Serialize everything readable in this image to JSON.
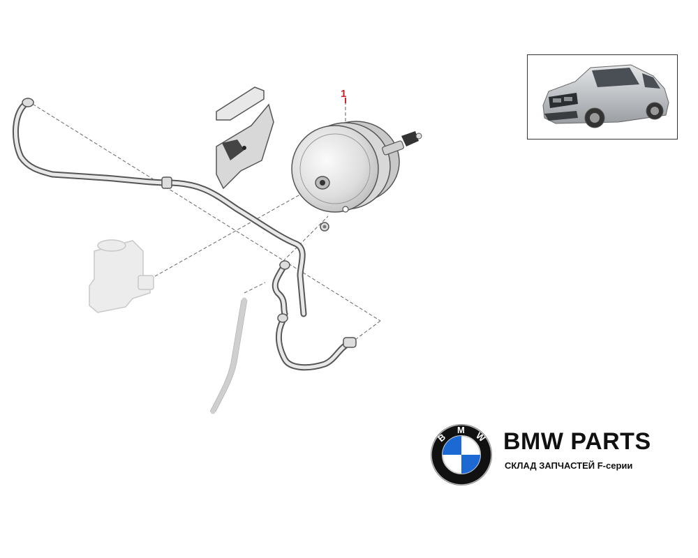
{
  "diagram": {
    "callout_number": "1",
    "brand": {
      "title": "BMW PARTS",
      "subtitle": "СКЛАД ЗАПЧАСТЕЙ F-серии",
      "logo_letters": [
        "B",
        "M",
        "W"
      ]
    },
    "colors": {
      "line": "#555555",
      "part_fill": "#e6e6e6",
      "faded_part": "#d9d9d9",
      "callout": "#d0202a",
      "logo_blue": "#1c69d4",
      "logo_black": "#111111"
    },
    "icons": [
      "bmw-roundel-icon",
      "suv-car-thumbnail"
    ]
  }
}
